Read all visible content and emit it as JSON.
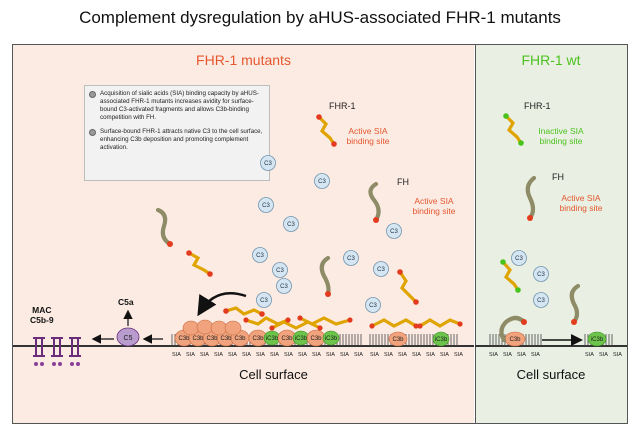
{
  "title": "Complement dysregulation by aHUS-associated FHR-1 mutants",
  "left_panel": {
    "header": "FHR-1 mutants",
    "notes": [
      "Acquisition of sialic acids (SIA) binding capacity by aHUS-associated FHR-1 mutants increases avidity for surface-bound C3-activated fragments and allows C3b-binding competition with FH.",
      "Surface-bound FHR-1 attracts native C3 to the cell surface, enhancing C3b deposition and promoting complement activation."
    ],
    "fhr1_label": "FHR-1",
    "fhr1_site": "Active SIA binding site",
    "fh_label": "FH",
    "fh_site": "Active SIA binding site",
    "cell_surface": "Cell surface",
    "mac_label": "MAC",
    "mac_sub": "C5b-9",
    "c5a_label": "C5a",
    "c5_label": "C5"
  },
  "right_panel": {
    "header": "FHR-1 wt",
    "fhr1_label": "FHR-1",
    "fhr1_site": "Inactive SIA binding site",
    "fh_label": "FH",
    "fh_site": "Active SIA binding site",
    "cell_surface": "Cell surface"
  },
  "tokens": {
    "c3": "C3",
    "c3b": "C3b",
    "ic3b": "iC3b",
    "sia": "SIA"
  },
  "colors": {
    "mutant_accent": "#e4572e",
    "wt_accent": "#4cc21f",
    "c3b_fill": "#f0a37c",
    "ic3b_fill": "#6cc44a",
    "c3_fill": "#d5e6f2",
    "mac_fill": "#8a3f9a",
    "c5_fill": "#b79ccd"
  }
}
